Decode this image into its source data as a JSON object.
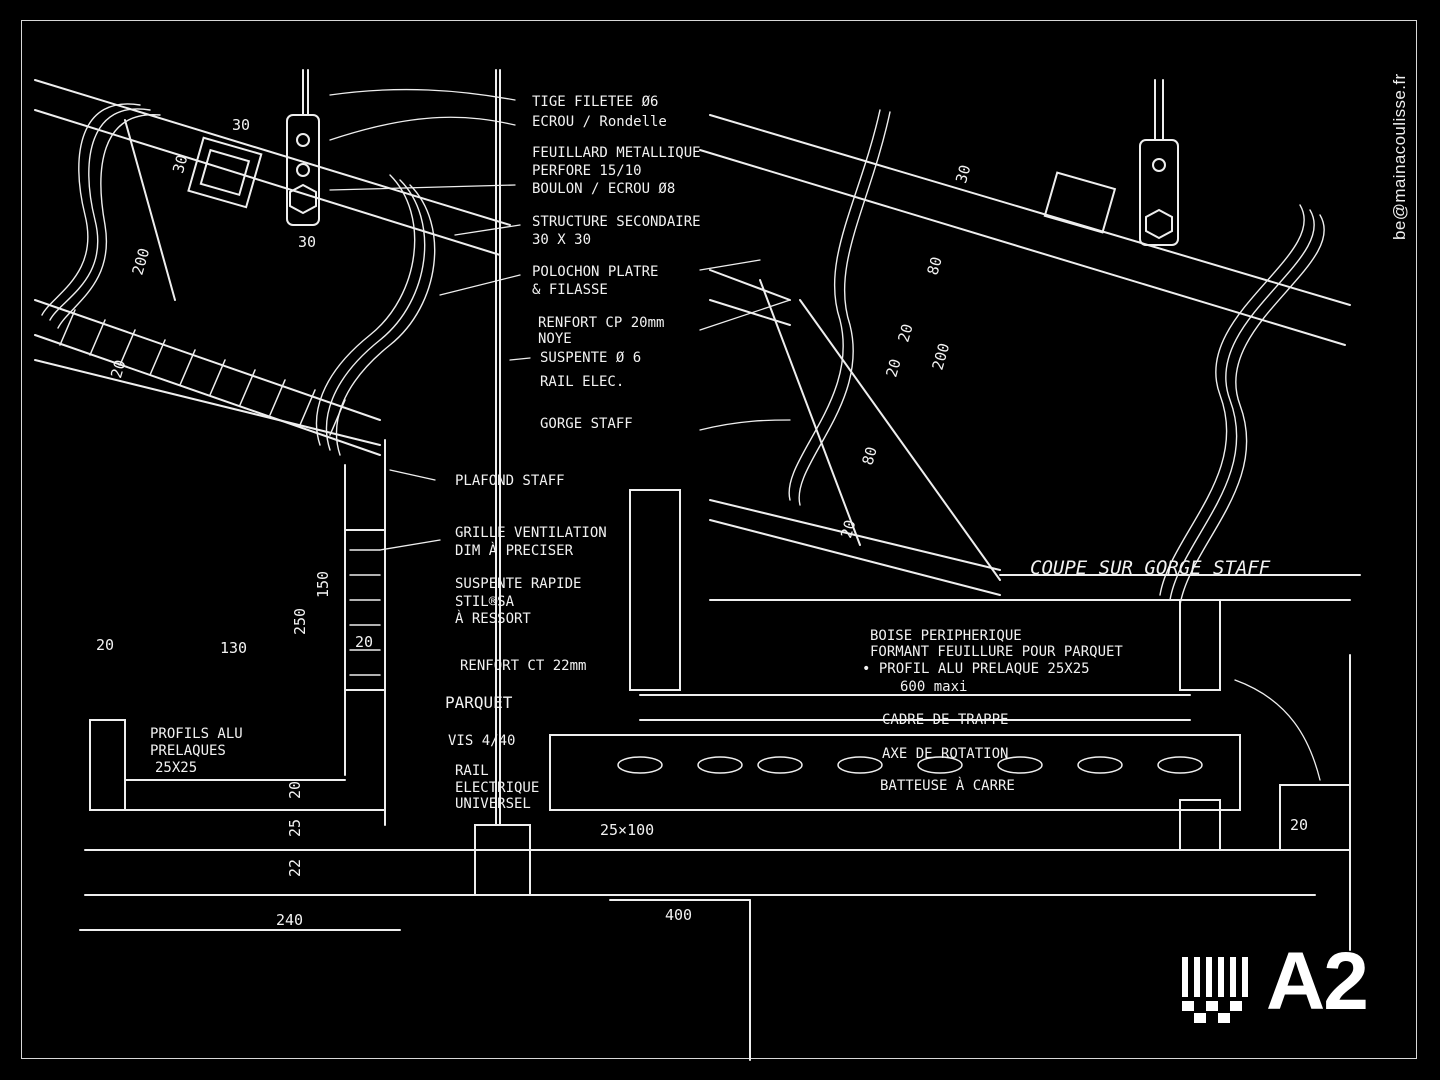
{
  "contact": {
    "email": "be@mainacoulisse.fr"
  },
  "brand": {
    "logo_text": "A2",
    "logo_mark": "stripes-checker-logo"
  },
  "drawing": {
    "title": "COUPE SUR GORGE STAFF",
    "labels": [
      "TIGE FILETEE Ø6",
      "ECROU / Rondelle",
      "FEUILLARD METALLIQUE",
      "PERFORE 15/10",
      "BOULON / ECROU Ø8",
      "STRUCTURE SECONDAIRE",
      "30 X 30",
      "POLOCHON PLATRE",
      "& FILASSE",
      "RENFORT CP 20mm",
      "NOYE",
      "SUSPENTE Ø 6",
      "RAIL ELEC.",
      "GORGE STAFF",
      "PLAFOND STAFF",
      "GRILLE VENTILATION",
      "DIM À PRECISER",
      "SUSPENTE RAPIDE",
      "STIL®SA",
      "À RESSORT",
      "RENFORT CT 22mm",
      "PARQUET",
      "VIS 4/40",
      "RAIL",
      "ELECTRIQUE",
      "UNIVERSEL",
      "PROFILS ALU",
      "PRELAQUES",
      "25X25",
      "BOISE PERIPHERIQUE",
      "FORMANT FEUILLURE POUR PARQUET",
      "• PROFIL ALU PRELAQUE 25X25",
      "600 maxi",
      "CADRE DE TRAPPE",
      "AXE DE ROTATION",
      "BATTEUSE À CARRE"
    ],
    "dimensions": [
      "30",
      "30",
      "30",
      "200",
      "20",
      "250",
      "150",
      "130",
      "20",
      "20",
      "20",
      "25",
      "22",
      "240",
      "25×100",
      "400",
      "80",
      "20",
      "20",
      "200",
      "80",
      "20",
      "30",
      "20"
    ]
  },
  "colors": {
    "background": "#000000",
    "ink": "#f2f2f2",
    "frame": "#d8d8d8"
  }
}
